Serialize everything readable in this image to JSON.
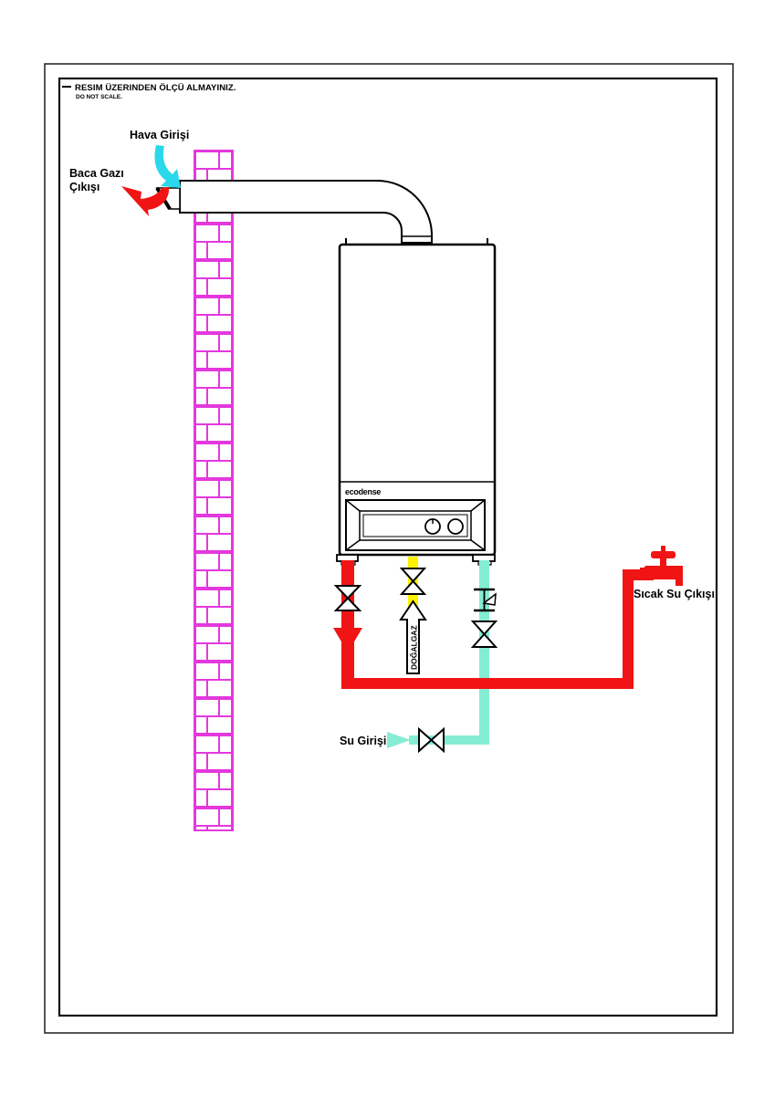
{
  "page": {
    "note": {
      "line1": "RESIM ÜZERINDEN ÖLÇÜ ALMAYINIZ.",
      "line2": "DO NOT SCALE."
    }
  },
  "diagram": {
    "labels": {
      "air_inlet": "Hava Girişi",
      "flue_gas_outlet_line1": "Baca Gazı",
      "flue_gas_outlet_line2": "Çıkışı",
      "hot_water_outlet": "Sıcak Su Çıkışı",
      "water_inlet": "Su Girişi",
      "gas_pipe": "DOĞALGAZ"
    },
    "boiler": {
      "brand": "ecodense"
    },
    "colors": {
      "pipe_red": "#F01414",
      "air_arrow_cyan": "#2BD7EA",
      "water_pipe_aqua": "#85EDD3",
      "gas_pipe_yellow": "#FFF200",
      "wall_magenta": "#E438DE",
      "line_black": "#000000"
    }
  }
}
